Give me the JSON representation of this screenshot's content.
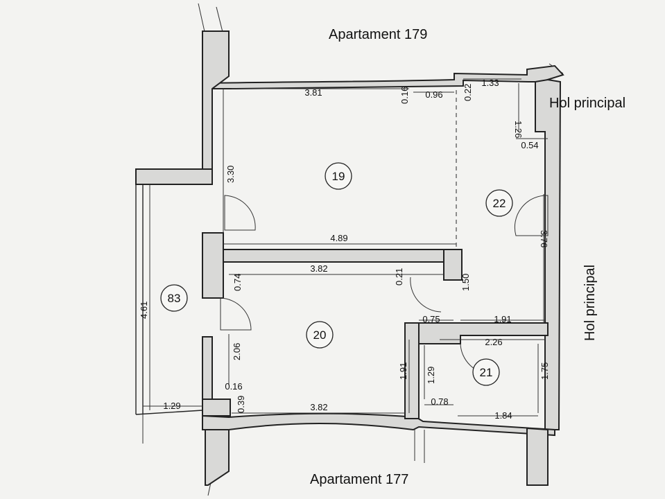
{
  "labels": {
    "apartment_top": "Apartament 179",
    "apartment_bottom": "Apartament 177",
    "hall_right_top": "Hol principal",
    "hall_right_vertical": "Hol principal"
  },
  "rooms": {
    "r19": "19",
    "r20": "20",
    "r21": "21",
    "r22": "22",
    "r83": "83"
  },
  "dimensions": {
    "d381": "3.81",
    "d016a": "0.16",
    "d096": "0.96",
    "d022": "0.22",
    "d133": "1.33",
    "d126": "1.26",
    "d054": "0.54",
    "d330": "3.30",
    "d376": "3.76",
    "d489": "4.89",
    "d382a": "3.82",
    "d074": "0.74",
    "d021": "0.21",
    "d150": "1.50",
    "d461": "4.61",
    "d075": "0.75",
    "d191a": "1.91",
    "d226": "2.26",
    "d206": "2.06",
    "d191b": "1.91",
    "d129a": "1.29",
    "d175": "1.75",
    "d016b": "0.16",
    "d039": "0.39",
    "d129b": "1.29",
    "d382b": "3.82",
    "d078": "0.78",
    "d184": "1.84"
  }
}
